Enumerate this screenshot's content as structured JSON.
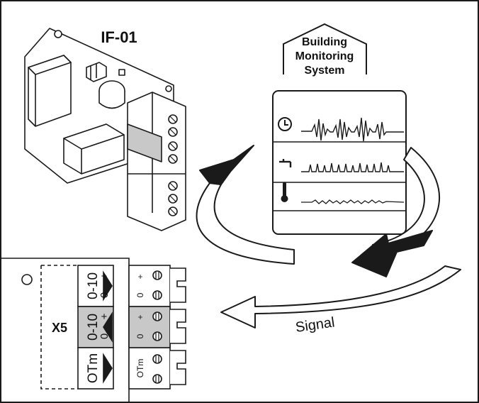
{
  "module_label": "IF-01",
  "house": {
    "lines": [
      "Building",
      "Monitoring",
      "System"
    ]
  },
  "monitor_icons": [
    "clock-icon",
    "water-tap-icon",
    "thermometer-icon"
  ],
  "connector": {
    "label": "X5",
    "groups": [
      {
        "rotated": "0-10",
        "top": "+",
        "bottom": "0",
        "term_top": "+",
        "term_bottom": "0",
        "highlight": false
      },
      {
        "rotated": "0-10",
        "top": "+",
        "bottom": "0",
        "term_top": "+",
        "term_bottom": "0",
        "highlight": true
      },
      {
        "rotated": "OTm",
        "term": "OTm",
        "highlight": false
      }
    ]
  },
  "signal_label": "Signal",
  "colors": {
    "line": "#1a1a1a",
    "highlight": "#c8c8c8",
    "background": "#ffffff"
  }
}
